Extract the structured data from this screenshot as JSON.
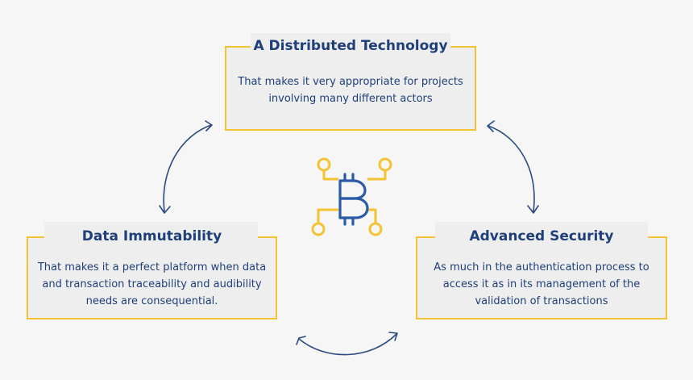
{
  "colors": {
    "background": "#f6f6f6",
    "card_fill": "#eeeeee",
    "card_border": "#f3c332",
    "text": "#1e3f7a",
    "arrow": "#2a4a80",
    "icon_gold": "#f3c332",
    "icon_blue": "#2b5aa6"
  },
  "nodes": {
    "top": {
      "title": "A Distributed Technology",
      "description_lines": [
        "That makes it very appropriate for projects",
        "involving many different actors"
      ]
    },
    "left": {
      "title": "Data Immutability",
      "description_lines": [
        "That makes it a perfect platform when data",
        "and transaction traceability and audibility",
        "needs are consequential."
      ]
    },
    "right": {
      "title": "Advanced Security",
      "description_lines": [
        "As much in the authentication process to",
        "access it as in its management of the",
        "validation of transactions"
      ]
    }
  },
  "center_icon": "bitcoin-circuit-icon"
}
